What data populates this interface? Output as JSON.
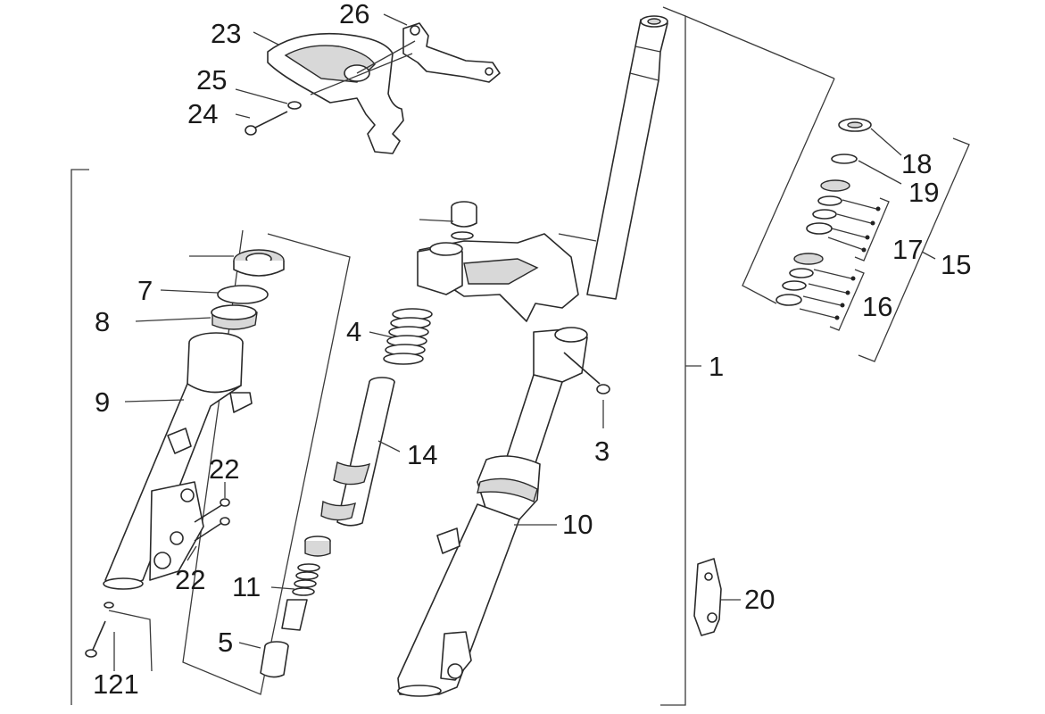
{
  "diagram": {
    "callouts": {
      "c1": "1",
      "c3": "3",
      "c4": "4",
      "c5": "5",
      "c7": "7",
      "c8": "8",
      "c9": "9",
      "c10": "10",
      "c11": "11",
      "c14": "14",
      "c15": "15",
      "c16": "16",
      "c17": "17",
      "c18": "18",
      "c19": "19",
      "c20": "20",
      "c22a": "22",
      "c22b": "22",
      "c23": "23",
      "c24": "24",
      "c25": "25",
      "c26": "26",
      "c121": "121"
    }
  }
}
